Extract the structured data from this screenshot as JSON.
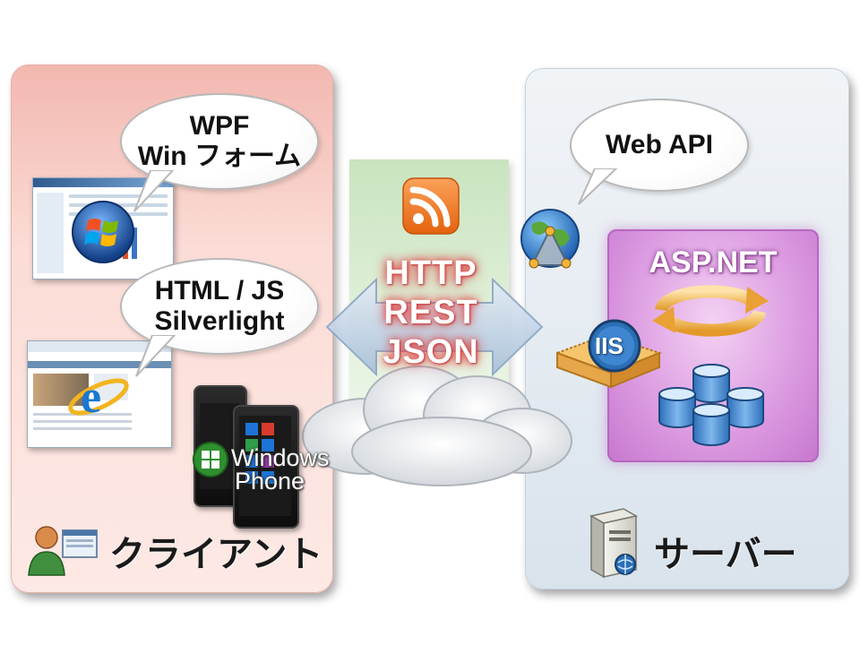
{
  "client": {
    "label": "クライアント",
    "bubble_desktop": [
      "WPF",
      "Win フォーム"
    ],
    "bubble_web": [
      "HTML / JS",
      "Silverlight"
    ],
    "windows_phone": [
      "Windows",
      "Phone"
    ]
  },
  "middle": {
    "protocols": [
      "HTTP",
      "REST",
      "JSON"
    ]
  },
  "server": {
    "label": "サーバー",
    "bubble": "Web API",
    "aspnet": "ASP.NET",
    "iis": "IIS"
  },
  "colors": {
    "client_panel": "#fbdcd6",
    "server_panel": "#dde6ee",
    "middle_band": "#d8ecd0",
    "rss": "#f07a1e",
    "protocol_glow": "#e04848",
    "aspnet_box": "#dd9ee2",
    "arrow": "#c5d5e8"
  },
  "icons": [
    "rss-icon",
    "globe-icon",
    "iis-icon",
    "server-icon",
    "user-icon",
    "database-icon",
    "refresh-arrows-icon",
    "cloud-icon",
    "windows-logo-icon",
    "ie-logo-icon"
  ]
}
